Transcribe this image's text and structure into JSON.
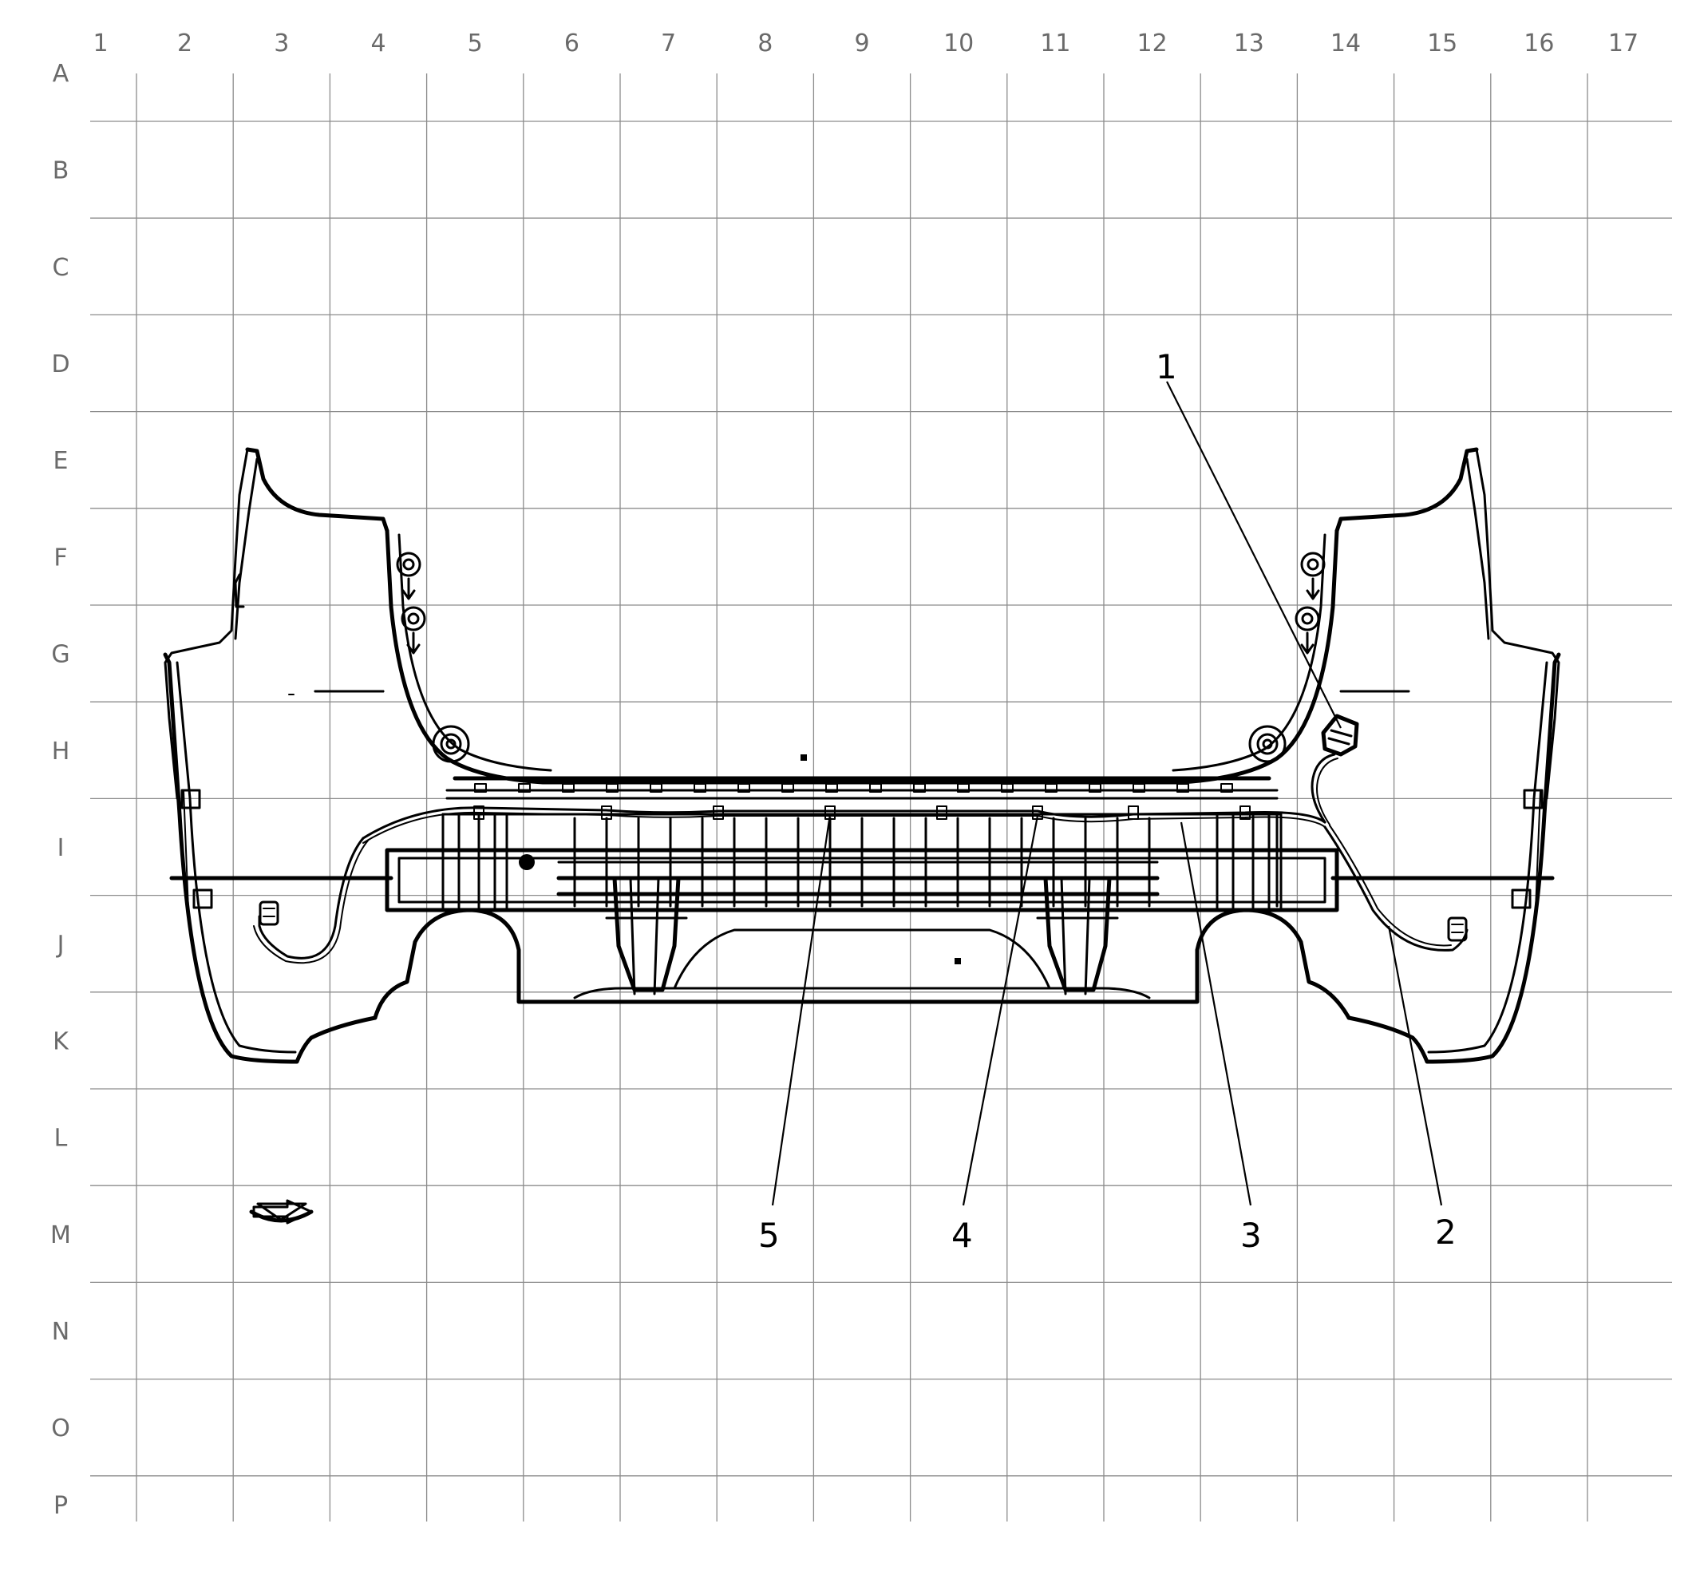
{
  "grid": {
    "columns": [
      "1",
      "2",
      "3",
      "4",
      "5",
      "6",
      "7",
      "8",
      "9",
      "10",
      "11",
      "12",
      "13",
      "14",
      "15",
      "16",
      "17"
    ],
    "rows": [
      "A",
      "B",
      "C",
      "D",
      "E",
      "F",
      "G",
      "H",
      "I",
      "J",
      "K",
      "L",
      "M",
      "N",
      "O",
      "P"
    ],
    "line_color": "#8c8c8c",
    "label_color": "#6a6a6a"
  },
  "callouts": [
    {
      "id": "1",
      "label": "1"
    },
    {
      "id": "2",
      "label": "2"
    },
    {
      "id": "3",
      "label": "3"
    },
    {
      "id": "4",
      "label": "4"
    },
    {
      "id": "5",
      "label": "5"
    }
  ],
  "icons": {
    "view_direction": "view-direction-arrow-icon"
  }
}
